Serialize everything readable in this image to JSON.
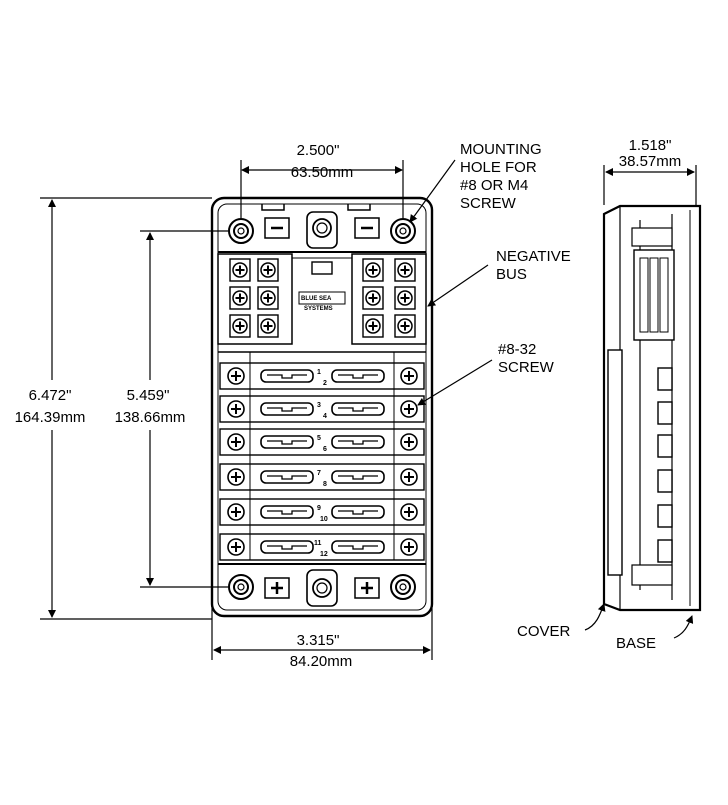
{
  "dimensions": {
    "top_width": {
      "inch": "2.500\"",
      "mm": "63.50mm"
    },
    "side_width": {
      "inch": "1.518\"",
      "mm": "38.57mm"
    },
    "overall_height": {
      "inch": "6.472\"",
      "mm": "164.39mm"
    },
    "hole_spacing": {
      "inch": "5.459\"",
      "mm": "138.66mm"
    },
    "bottom_width": {
      "inch": "3.315\"",
      "mm": "84.20mm"
    }
  },
  "callouts": {
    "mounting": [
      "MOUNTING",
      "HOLE FOR",
      "#8 OR M4",
      "SCREW"
    ],
    "negative": [
      "NEGATIVE",
      "BUS"
    ],
    "screw": [
      "#8-32",
      "SCREW"
    ],
    "cover": "COVER",
    "base": "BASE"
  },
  "fuse_numbers": [
    "1",
    "2",
    "3",
    "4",
    "5",
    "6",
    "7",
    "8",
    "9",
    "10",
    "11",
    "12"
  ]
}
